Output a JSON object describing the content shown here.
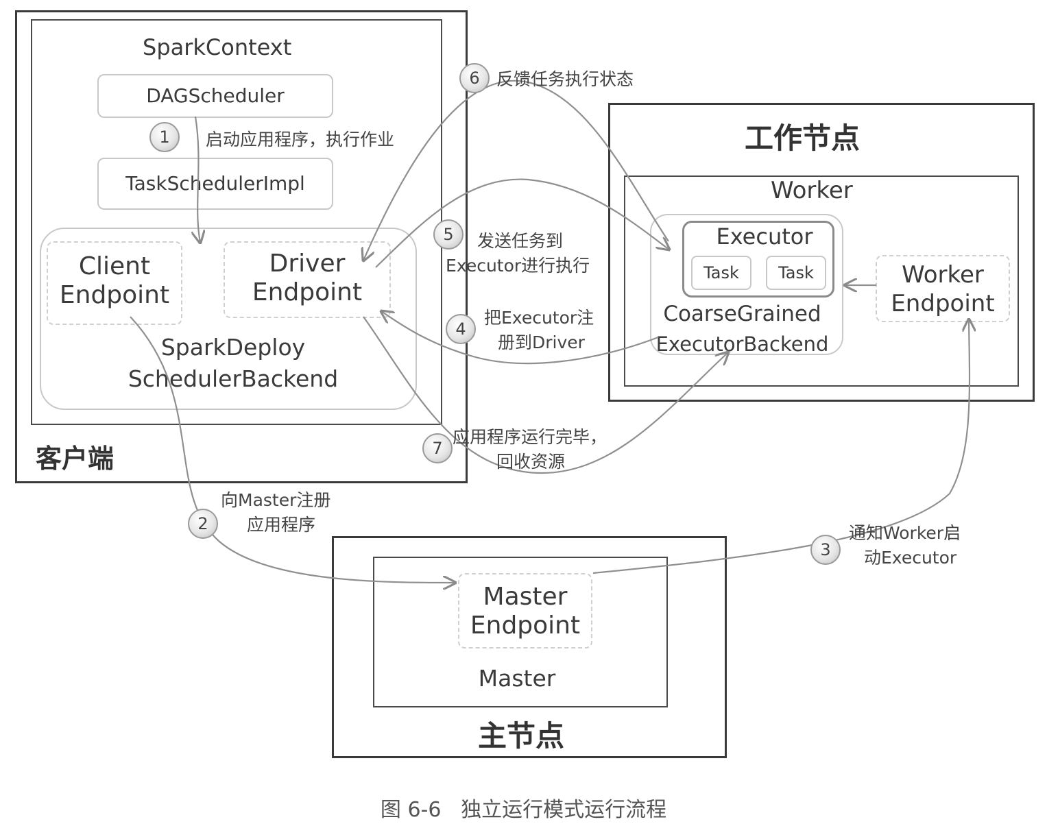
{
  "client": {
    "zone_label": "客户端",
    "sparkcontext_label": "SparkContext",
    "dagscheduler": "DAGScheduler",
    "taskschedulerimpl": "TaskSchedulerImpl",
    "client_endpoint": [
      "Client",
      "Endpoint"
    ],
    "driver_endpoint": [
      "Driver",
      "Endpoint"
    ],
    "backend_label": [
      "SparkDeploy",
      "SchedulerBackend"
    ]
  },
  "worker_node": {
    "zone_label": "工作节点",
    "worker_label": "Worker",
    "executor_label": "Executor",
    "tasks": [
      "Task",
      "Task"
    ],
    "backend_label": [
      "CoarseGrained",
      "ExecutorBackend"
    ],
    "worker_endpoint": [
      "Worker",
      "Endpoint"
    ]
  },
  "master_node": {
    "zone_label": "主节点",
    "master_label": "Master",
    "master_endpoint": [
      "Master",
      "Endpoint"
    ]
  },
  "steps": [
    {
      "num": "1",
      "text": [
        "启动应用程序，执行作业"
      ]
    },
    {
      "num": "2",
      "text": [
        "向Master注册",
        "应用程序"
      ]
    },
    {
      "num": "3",
      "text": [
        "通知Worker启",
        "动Executor"
      ]
    },
    {
      "num": "4",
      "text": [
        "把Executor注",
        "册到Driver"
      ]
    },
    {
      "num": "5",
      "text": [
        "发送任务到",
        "Executor进行执行"
      ]
    },
    {
      "num": "6",
      "text": [
        "反馈任务执行状态"
      ]
    },
    {
      "num": "7",
      "text": [
        "应用程序运行完毕，",
        "回收资源"
      ]
    }
  ],
  "caption": "图 6-6   独立运行模式运行流程"
}
